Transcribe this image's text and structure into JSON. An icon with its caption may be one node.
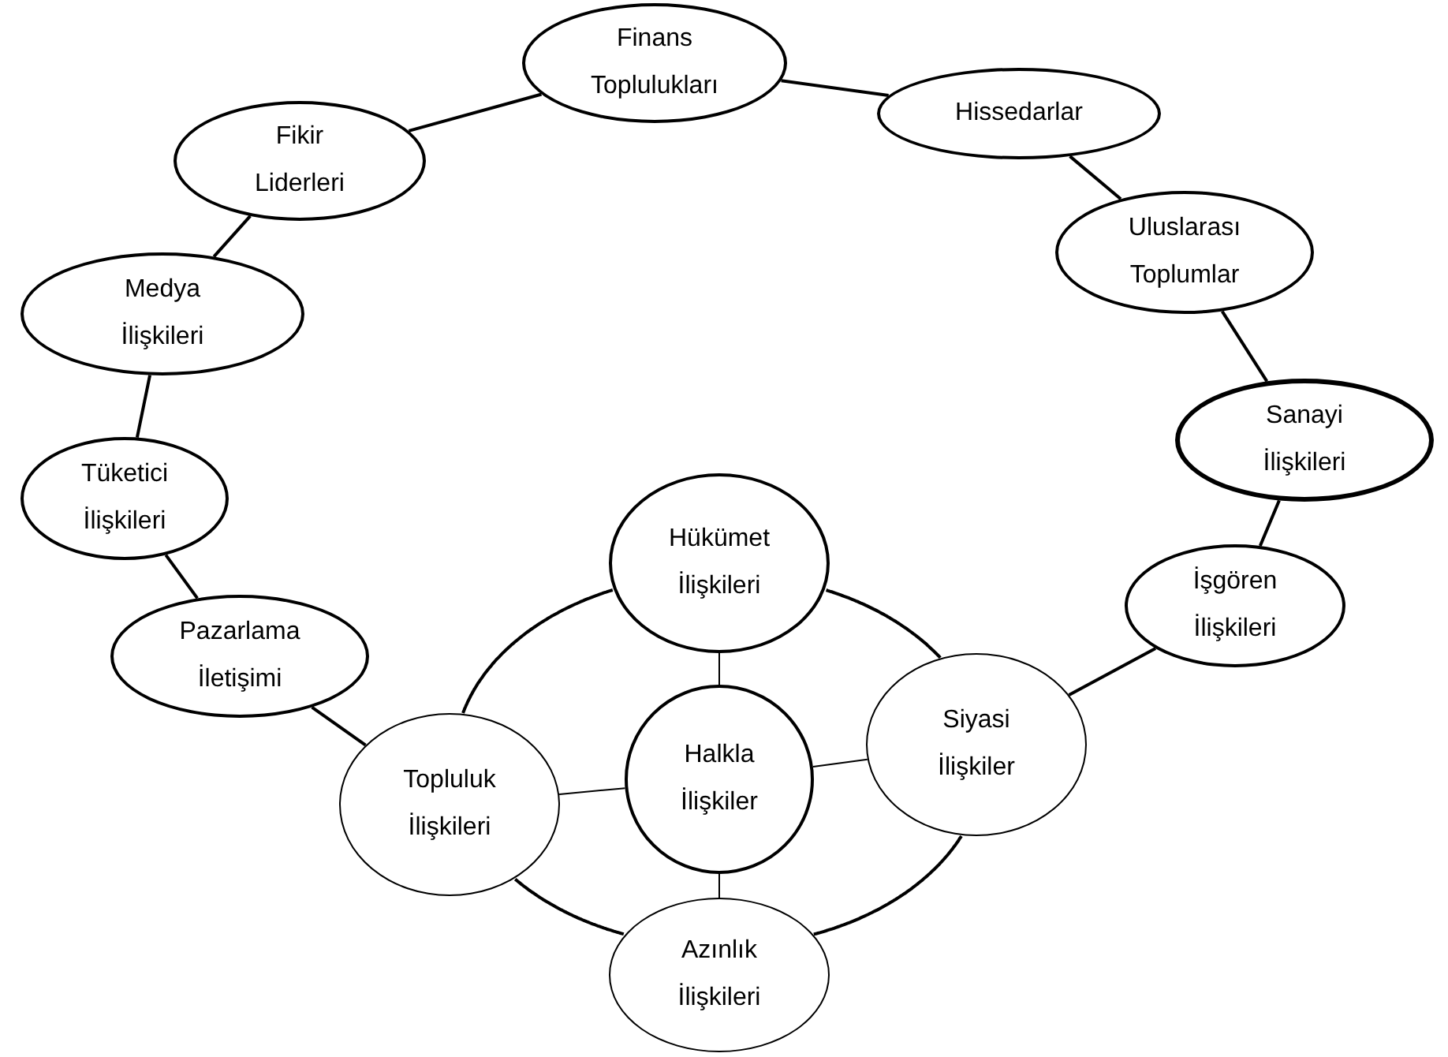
{
  "diagram": {
    "nodes": [
      {
        "text": [
          "Finans Toplulukları"
        ]
      },
      {
        "text": [
          "Hissedarlar"
        ]
      },
      {
        "text": [
          "Fikir Liderleri"
        ]
      },
      {
        "text": [
          "Uluslarası Toplumlar"
        ]
      },
      {
        "text": [
          "Medya İlişkileri"
        ]
      },
      {
        "text": [
          "Sanayi İlişkileri"
        ]
      },
      {
        "text": [
          "Tüketici İlişkileri"
        ]
      },
      {
        "text": [
          "Hükümet İlişkileri"
        ]
      },
      {
        "text": [
          "İşgören İlişkileri"
        ]
      },
      {
        "text": [
          "Pazarlama İletişimi"
        ]
      },
      {
        "text": [
          "Siyasi İlişkiler"
        ]
      },
      {
        "text": [
          "Halkla İlişkiler"
        ]
      },
      {
        "text": [
          "Topluluk İlişkileri"
        ]
      },
      {
        "text": [
          "Azınlık İlişkileri"
        ]
      }
    ],
    "edges": [
      {
        "from": 2,
        "to": 0,
        "arrow": "none"
      },
      {
        "from": 0,
        "to": 1,
        "arrow": "none"
      },
      {
        "from": 1,
        "to": 3,
        "arrow": "none"
      },
      {
        "from": 3,
        "to": 5,
        "arrow": "none"
      },
      {
        "from": 5,
        "to": 8,
        "arrow": "none"
      },
      {
        "from": 8,
        "to": 10,
        "arrow": "none"
      },
      {
        "from": 4,
        "to": 2,
        "arrow": "none"
      },
      {
        "from": 6,
        "to": 4,
        "arrow": "none"
      },
      {
        "from": 9,
        "to": 6,
        "arrow": "none"
      },
      {
        "from": 9,
        "to": 12,
        "arrow": "none"
      },
      {
        "from": 7,
        "to": 10,
        "arrow": "none"
      },
      {
        "from": 10,
        "to": 13,
        "arrow": "none"
      },
      {
        "from": 13,
        "to": 12,
        "arrow": "none"
      },
      {
        "from": 12,
        "to": 7,
        "arrow": "none"
      },
      {
        "from": 11,
        "to": 7,
        "arrow": "none"
      },
      {
        "from": 11,
        "to": 10,
        "arrow": "none"
      },
      {
        "from": 11,
        "to": 13,
        "arrow": "none"
      },
      {
        "from": 11,
        "to": 12,
        "arrow": "none"
      }
    ]
  }
}
